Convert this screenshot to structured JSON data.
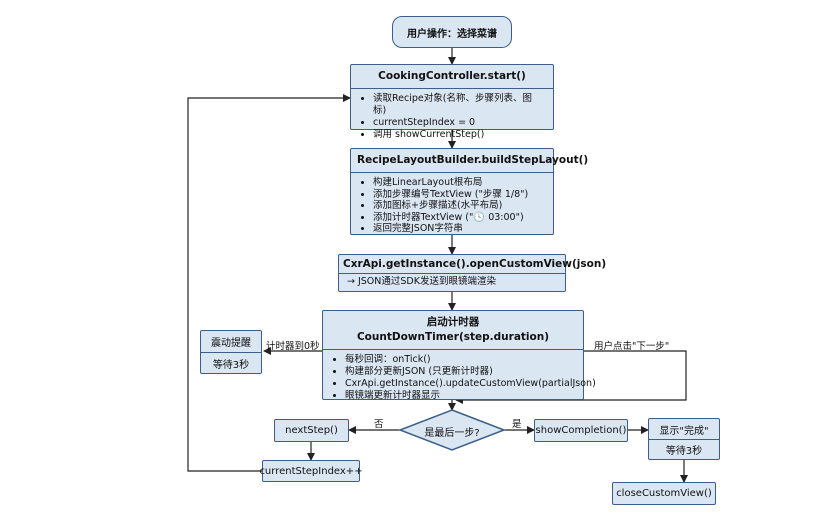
{
  "start_node": "用户操作：选择菜谱",
  "controller": {
    "title": "CookingController.start()",
    "items": [
      "读取Recipe对象(名称、步骤列表、图标)",
      "currentStepIndex = 0",
      "调用 showCurrentStep()"
    ]
  },
  "builder": {
    "title": "RecipeLayoutBuilder.buildStepLayout()",
    "items": [
      "构建LinearLayout根布局",
      "添加步骤编号TextView (\"步骤 1/8\")",
      "添加图标+步骤描述(水平布局)",
      "添加计时器TextView (\"🕓 03:00\")",
      "返回完整JSON字符串"
    ]
  },
  "cxr": {
    "title": "CxrApi.getInstance().openCustomView(json)",
    "note": "→ JSON通过SDK发送到眼镜端渲染"
  },
  "timer": {
    "title": "启动计时器 CountDownTimer(step.duration)",
    "items": [
      "每秒回调：onTick()",
      "构建部分更新JSON (只更新计时器)",
      "CxrApi.getInstance().updateCustomView(partialJson)",
      "眼镜端更新计时器显示"
    ]
  },
  "vibrate": {
    "top": "震动提醒",
    "bottom": "等待3秒"
  },
  "decision": "是最后一步?",
  "next_step": "nextStep()",
  "increment": "currentStepIndex++",
  "show_completion": "showCompletion()",
  "completion": {
    "top": "显示\"完成\"",
    "bottom": "等待3秒"
  },
  "close_view": "closeCustomView()",
  "labels": {
    "timer_zero": "计时器到0秒",
    "user_next": "用户点击\"下一步\"",
    "no": "否",
    "yes": "是"
  },
  "colors": {
    "box_fill": "#dbe6f3",
    "border": "#3a5f8a",
    "line": "#222222"
  }
}
